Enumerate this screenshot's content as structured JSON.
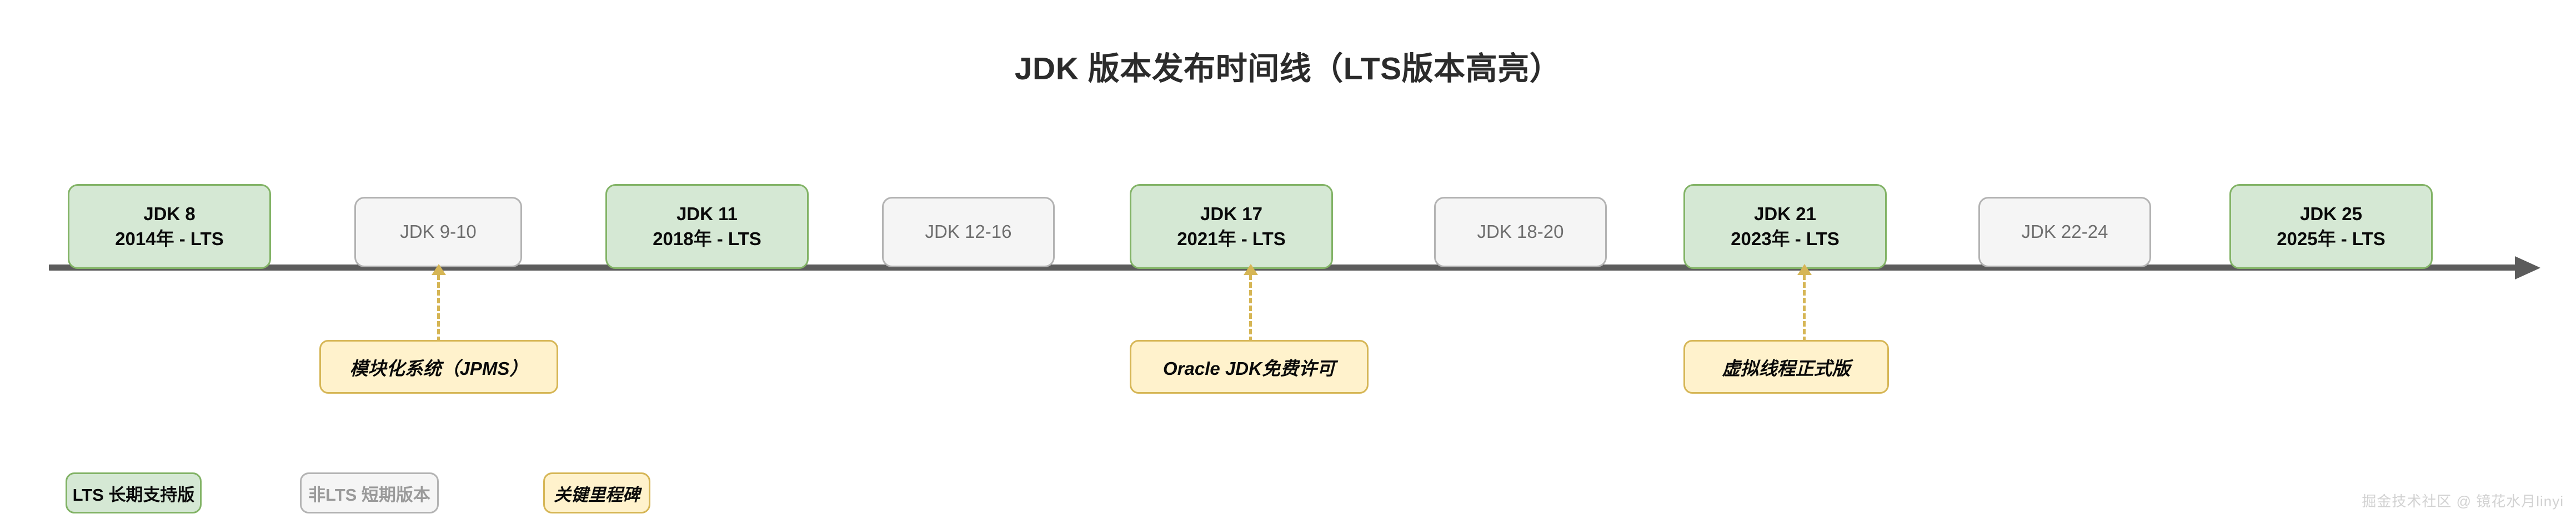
{
  "title": "JDK 版本发布时间线（LTS版本高亮）",
  "axis": {
    "name": "timeline-axis",
    "direction": "left-to-right",
    "arrow": "right-arrowhead",
    "color": "#5c5c5c"
  },
  "colors": {
    "lts_fill": "#d5e8d4",
    "lts_border": "#82b366",
    "nonlts_fill": "#f5f5f5",
    "nonlts_border": "#b3b3b3",
    "milestone_fill": "#fff2cc",
    "milestone_border": "#d6b656",
    "axis": "#5c5c5c",
    "title_text": "#2b2b2b",
    "watermark": "#d2d2d2"
  },
  "chart_data": {
    "type": "timeline",
    "title": "JDK 版本发布时间线（LTS版本高亮）",
    "nodes": [
      {
        "id": "jdk8",
        "label": "JDK 8",
        "sub": "2014年 - LTS",
        "type": "lts",
        "year": 2014
      },
      {
        "id": "jdk9_10",
        "label": "JDK 9-10",
        "sub": "",
        "type": "nonlts",
        "year": null
      },
      {
        "id": "jdk11",
        "label": "JDK 11",
        "sub": "2018年 - LTS",
        "type": "lts",
        "year": 2018
      },
      {
        "id": "jdk12_16",
        "label": "JDK 12-16",
        "sub": "",
        "type": "nonlts",
        "year": null
      },
      {
        "id": "jdk17",
        "label": "JDK 17",
        "sub": "2021年 - LTS",
        "type": "lts",
        "year": 2021
      },
      {
        "id": "jdk18_20",
        "label": "JDK 18-20",
        "sub": "",
        "type": "nonlts",
        "year": null
      },
      {
        "id": "jdk21",
        "label": "JDK 21",
        "sub": "2023年 - LTS",
        "type": "lts",
        "year": 2023
      },
      {
        "id": "jdk22_24",
        "label": "JDK 22-24",
        "sub": "",
        "type": "nonlts",
        "year": null
      },
      {
        "id": "jdk25",
        "label": "JDK 25",
        "sub": "2025年 - LTS",
        "type": "lts",
        "year": 2025
      }
    ],
    "milestones": [
      {
        "id": "ms-jpms",
        "text": "模块化系统（JPMS）",
        "anchor": "jdk9_10"
      },
      {
        "id": "ms-license",
        "text": "Oracle JDK免费许可",
        "anchor": "jdk17"
      },
      {
        "id": "ms-loom",
        "text": "虚拟线程正式版",
        "anchor": "jdk21"
      }
    ],
    "legend": [
      {
        "id": "legend-lts",
        "text": "LTS 长期支持版",
        "type": "lts"
      },
      {
        "id": "legend-nonlts",
        "text": "非LTS 短期版本",
        "type": "nonlts"
      },
      {
        "id": "legend-milestone",
        "text": "关键里程碑",
        "type": "milestone"
      }
    ]
  },
  "watermark": "掘金技术社区 @ 镜花水月linyi"
}
